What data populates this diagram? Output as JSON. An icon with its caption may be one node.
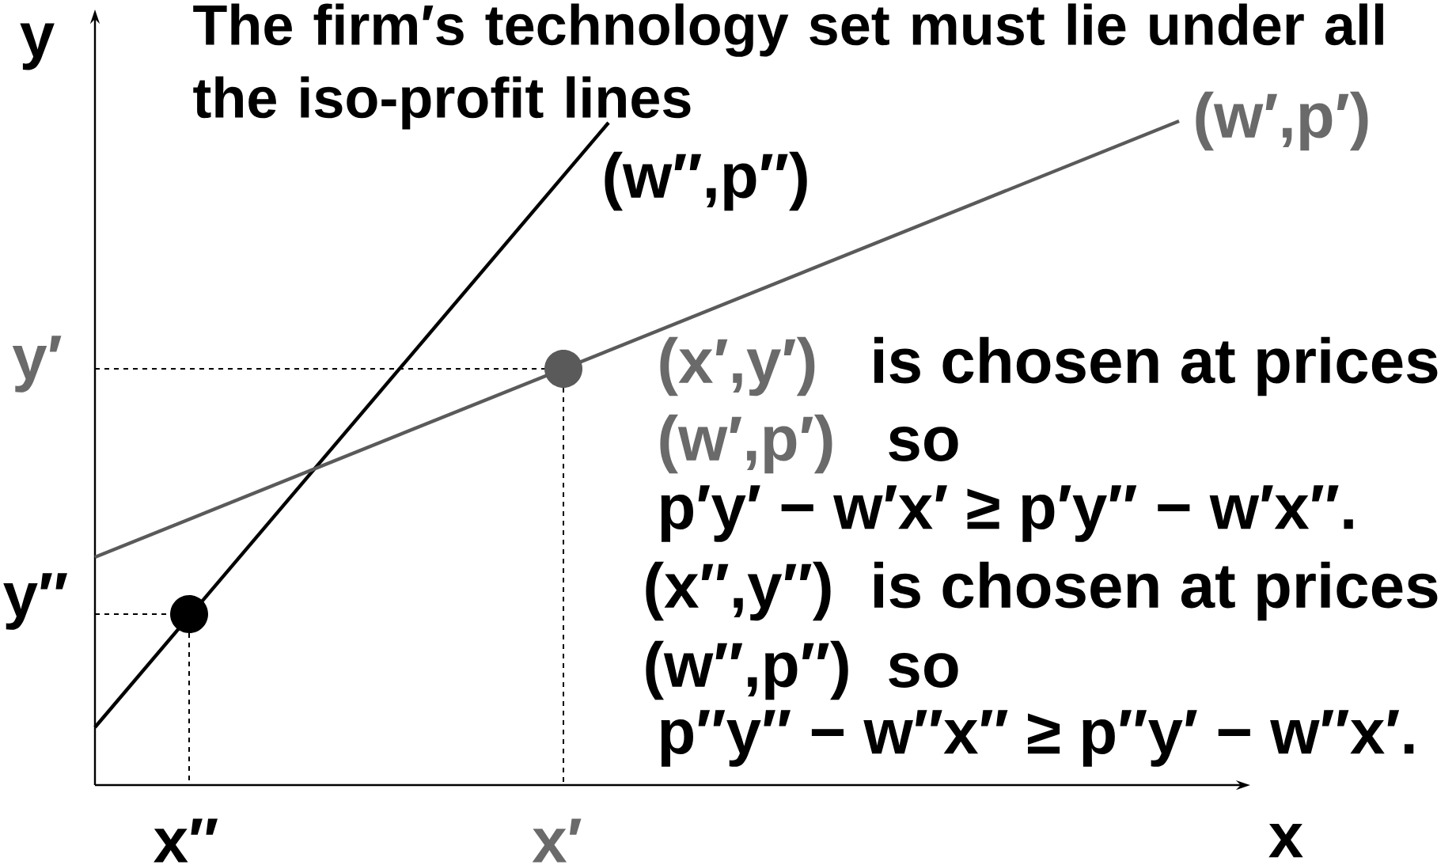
{
  "diagram": {
    "title": "The firm′s technology set must lie under all the iso-profit lines",
    "labels": [
      "y",
      "(w′,p′)",
      "(w″,p″)",
      "y′",
      "(x′,y′)",
      "is chosen at prices",
      "(w′,p′)",
      "so",
      "p′y′ − w′x′ ≥ p′y″ − w′x″.",
      "y″",
      "(x″,y″)",
      "is chosen at prices",
      "(w″,p″)",
      "so",
      "p″y″ − w″x″ ≥ p″y′ − w″x′.",
      "x″",
      "x′",
      "x"
    ]
  }
}
